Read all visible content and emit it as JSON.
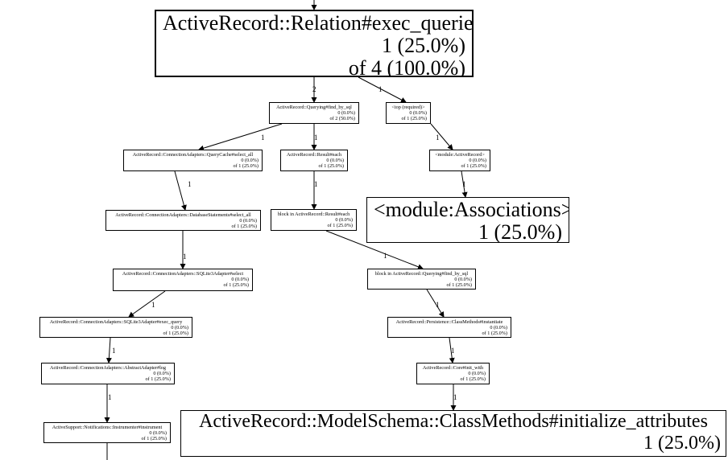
{
  "nodes": {
    "exec_queries": {
      "name": "ActiveRecord::Relation#exec_queries",
      "self": "1 (25.0%)",
      "total": "of 4 (100.0%)"
    },
    "find_by_sql": {
      "name": "ActiveRecord::Querying#find_by_sql",
      "self": "0 (0.0%)",
      "total": "of 2 (50.0%)"
    },
    "top_required": {
      "name": "<top (required)>",
      "self": "0 (0.0%)",
      "total": "of 1 (25.0%)"
    },
    "query_cache_select_all": {
      "name": "ActiveRecord::ConnectionAdapters::QueryCache#select_all",
      "self": "0 (0.0%)",
      "total": "of 1 (25.0%)"
    },
    "result_each": {
      "name": "ActiveRecord::Result#each",
      "self": "0 (0.0%)",
      "total": "of 1 (25.0%)"
    },
    "module_activerecord": {
      "name": "<module:ActiveRecord>",
      "self": "0 (0.0%)",
      "total": "of 1 (25.0%)"
    },
    "db_statements_select_all": {
      "name": "ActiveRecord::ConnectionAdapters::DatabaseStatements#select_all",
      "self": "0 (0.0%)",
      "total": "of 1 (25.0%)"
    },
    "block_result_each": {
      "name": "block in ActiveRecord::Result#each",
      "self": "0 (0.0%)",
      "total": "of 1 (25.0%)"
    },
    "module_associations": {
      "name": "<module:Associations>",
      "self": "1 (25.0%)"
    },
    "sqlite3_select": {
      "name": "ActiveRecord::ConnectionAdapters::SQLite3Adapter#select",
      "self": "0 (0.0%)",
      "total": "of 1 (25.0%)"
    },
    "block_find_by_sql": {
      "name": "block in ActiveRecord::Querying#find_by_sql",
      "self": "0 (0.0%)",
      "total": "of 1 (25.0%)"
    },
    "sqlite3_exec_query": {
      "name": "ActiveRecord::ConnectionAdapters::SQLite3Adapter#exec_query",
      "self": "0 (0.0%)",
      "total": "of 1 (25.0%)"
    },
    "instantiate": {
      "name": "ActiveRecord::Persistence::ClassMethods#instantiate",
      "self": "0 (0.0%)",
      "total": "of 1 (25.0%)"
    },
    "abstract_log": {
      "name": "ActiveRecord::ConnectionAdapters::AbstractAdapter#log",
      "self": "0 (0.0%)",
      "total": "of 1 (25.0%)"
    },
    "init_with": {
      "name": "ActiveRecord::Core#init_with",
      "self": "0 (0.0%)",
      "total": "of 1 (25.0%)"
    },
    "instrument": {
      "name": "ActiveSupport::Notifications::Instrumenter#instrument",
      "self": "0 (0.0%)",
      "total": "of 1 (25.0%)"
    },
    "initialize_attributes": {
      "name": "ActiveRecord::ModelSchema::ClassMethods#initialize_attributes",
      "self": "1 (25.0%)"
    }
  },
  "edges": {
    "exec_to_find": "2",
    "exec_to_top": "1",
    "find_to_cache": "1",
    "find_to_each": "1",
    "top_to_module": "1",
    "cache_to_dbstmt": "1",
    "each_to_block": "1",
    "module_to_assoc": "1",
    "dbstmt_to_select": "1",
    "block_to_blockfind": "1",
    "select_to_exec": "1",
    "blockfind_to_instantiate": "1",
    "exec_to_log": "1",
    "instantiate_to_init": "1",
    "log_to_instrument": "1",
    "init_to_initialize": "1"
  }
}
